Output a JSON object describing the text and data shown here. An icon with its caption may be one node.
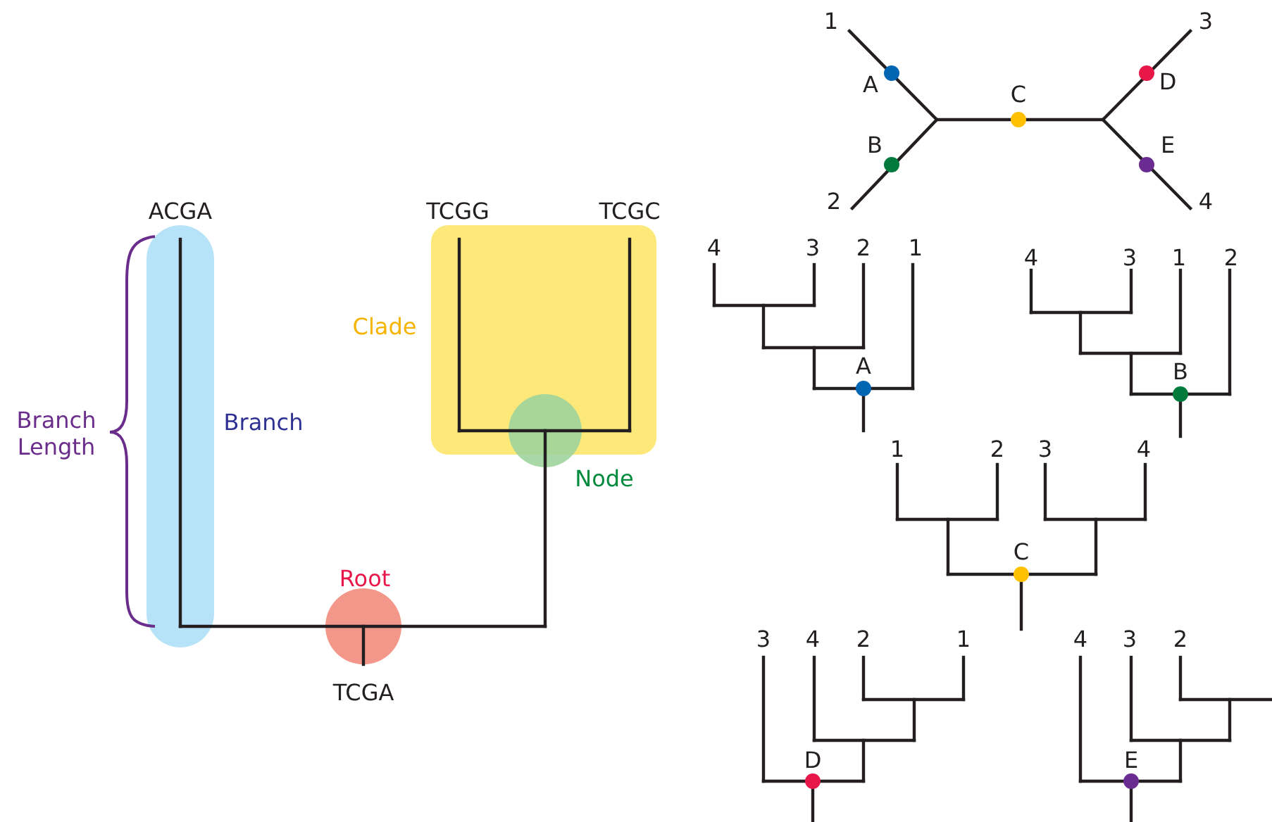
{
  "diagram": {
    "labels": [
      "1",
      "3",
      "A",
      "C",
      "D",
      "B",
      "E",
      "2",
      "4",
      "ACGA",
      "TCGG",
      "TCGC",
      "4",
      "3",
      "2",
      "1",
      "4",
      "3",
      "1",
      "2",
      "Clade",
      "A",
      "B",
      "Branch Length",
      "Branch",
      "1",
      "2",
      "3",
      "4",
      "Node",
      "C",
      "Root",
      "3",
      "4",
      "2",
      "1",
      "4",
      "3",
      "2",
      "TCGA",
      "D",
      "E"
    ]
  }
}
